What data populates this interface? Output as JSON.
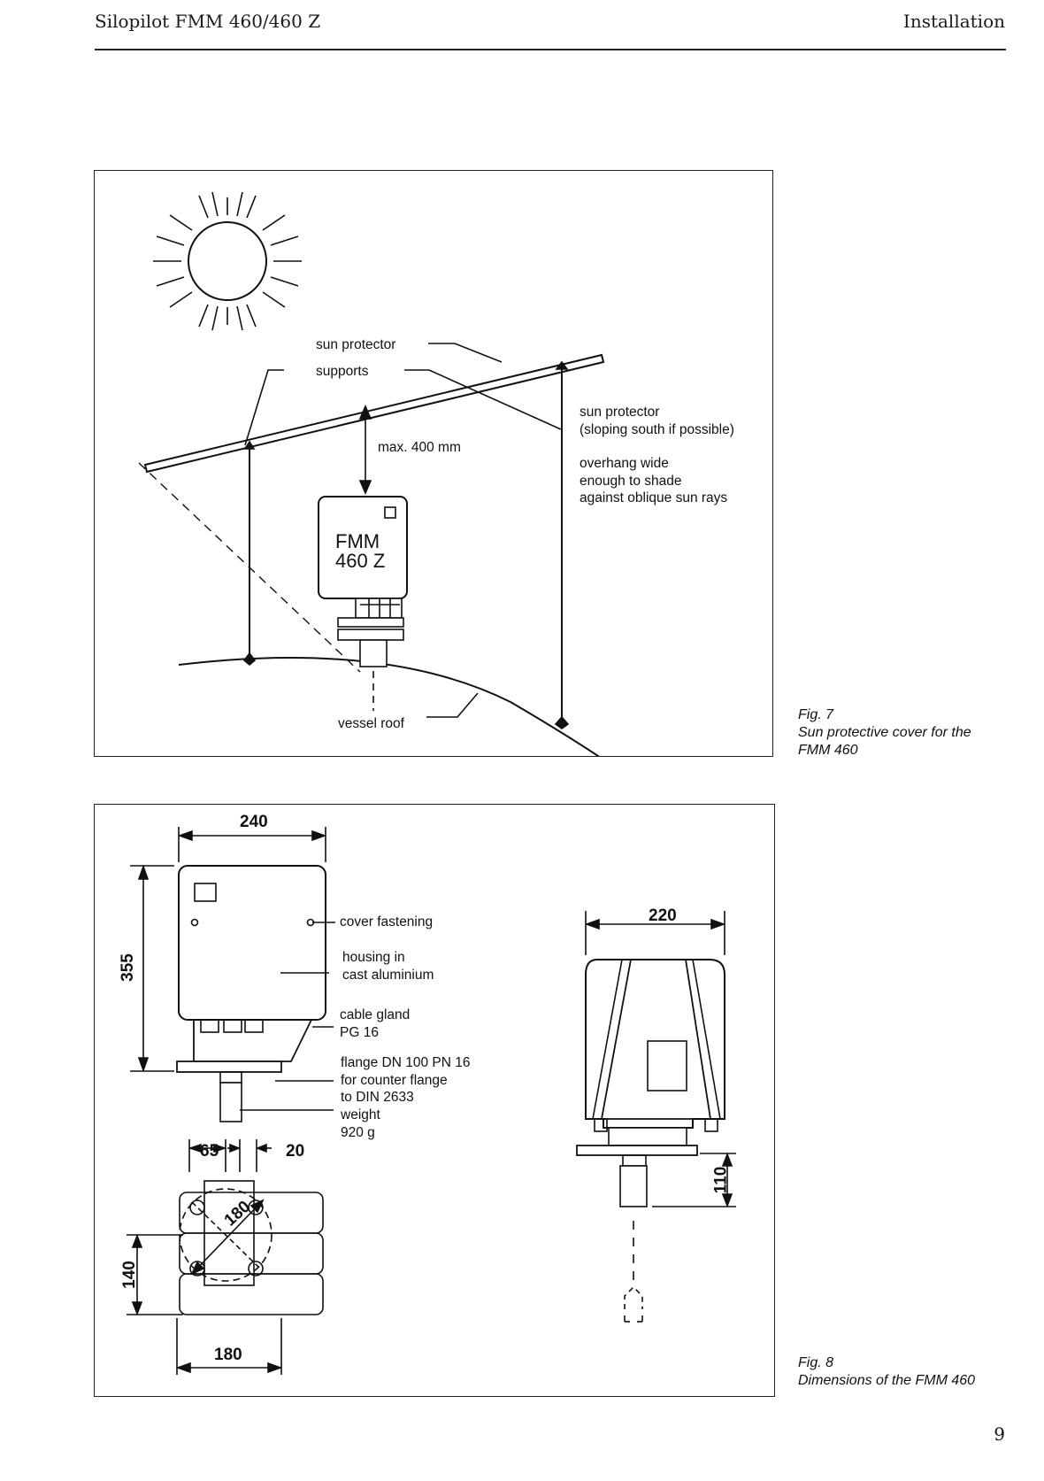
{
  "header": {
    "left": "Silopilot FMM 460/460 Z",
    "right": "Installation"
  },
  "figure7": {
    "labels": {
      "sun_protector": "sun protector",
      "supports": "supports",
      "max_distance": "max. 400 mm",
      "sun_protector_note_1": "sun protector",
      "sun_protector_note_2": "(sloping south if possible)",
      "overhang_1": "overhang wide",
      "overhang_2": "enough to shade",
      "overhang_3": "against oblique sun rays",
      "device_1": "FMM",
      "device_2": "460 Z",
      "vessel_roof": "vessel roof"
    },
    "caption": {
      "number": "Fig. 7",
      "line1": "Sun protective cover for the",
      "line2": "FMM 460"
    }
  },
  "figure8": {
    "dimensions": {
      "width": "240",
      "height": "355",
      "side_width": "220",
      "flange_height": "110",
      "d65": "65",
      "d20": "20",
      "d180_diag": "180",
      "d140": "140",
      "d180": "180"
    },
    "labels": {
      "cover_fastening": "cover fastening",
      "housing_1": "housing in",
      "housing_2": "cast aluminium",
      "cable_1": "cable gland",
      "cable_2": "PG 16",
      "flange_1": "flange DN 100 PN 16",
      "flange_2": "for counter flange",
      "flange_3": "to DIN 2633",
      "weight_1": "weight",
      "weight_2": "920 g"
    },
    "caption": {
      "number": "Fig. 8",
      "line1": "Dimensions of the FMM 460"
    }
  },
  "page_number": "9"
}
